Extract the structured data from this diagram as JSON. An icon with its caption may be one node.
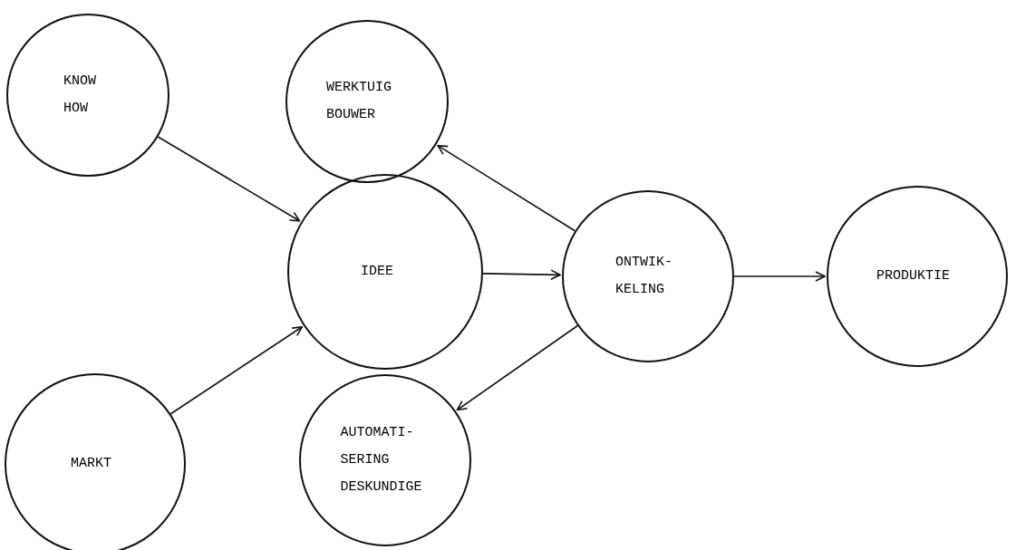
{
  "diagram": {
    "nodes": [
      {
        "text": [
          "KNOW HOW"
        ]
      },
      {
        "text": [
          "WERKTUIG BOUWER"
        ]
      },
      {
        "text": [
          "IDEE"
        ]
      },
      {
        "text": [
          "ONTWIK- KELING"
        ]
      },
      {
        "text": [
          "PRODUKTIE"
        ]
      },
      {
        "text": [
          "MARKT"
        ]
      },
      {
        "text": [
          "AUTOMATI- SERING DESKUNDIGE"
        ]
      }
    ],
    "edges": [
      {
        "from": 0,
        "to": 2,
        "arrow": "to"
      },
      {
        "from": 5,
        "to": 2,
        "arrow": "to"
      },
      {
        "from": 2,
        "to": 3,
        "arrow": "to"
      },
      {
        "from": 3,
        "to": 1,
        "arrow": "to"
      },
      {
        "from": 3,
        "to": 6,
        "arrow": "to"
      },
      {
        "from": 3,
        "to": 4,
        "arrow": "to"
      }
    ]
  }
}
